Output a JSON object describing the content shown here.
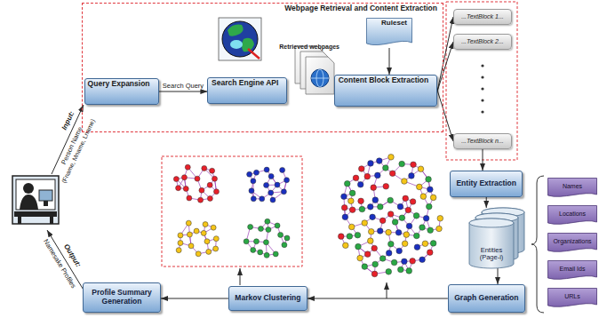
{
  "diagram": {
    "nodes": [
      {
        "text": [
          "Webpage Retrieval and Content Extraction"
        ]
      },
      {
        "text": [
          "Query Expansion"
        ],
        "in": 0
      },
      {
        "text": [
          "Search Engine API"
        ],
        "in": 0
      },
      {
        "text": [
          "Retrieved webpages"
        ],
        "in": 0
      },
      {
        "text": [
          "Ruleset"
        ],
        "in": 0
      },
      {
        "text": [
          "Content Block Extraction"
        ],
        "in": 0
      },
      {
        "text": [
          "...TextBlock 1..."
        ]
      },
      {
        "text": [
          "...TextBlock 2..."
        ]
      },
      {
        "text": [
          "...TextBlock n..."
        ]
      },
      {
        "text": [
          "Entity Extraction"
        ]
      },
      {
        "text": [
          "Entities (Page-i)"
        ]
      },
      {
        "text": [
          "Names"
        ]
      },
      {
        "text": [
          "Locations"
        ]
      },
      {
        "text": [
          "Organizations"
        ]
      },
      {
        "text": [
          "Email Ids"
        ]
      },
      {
        "text": [
          "URLs"
        ]
      },
      {
        "text": [
          "Graph Generation"
        ]
      },
      {
        "text": [
          "Markov Clustering"
        ]
      },
      {
        "text": [
          "Profile Summary Generation"
        ]
      }
    ],
    "edges": [
      {
        "from": 1,
        "to": 2,
        "label": "Search Query",
        "arrow": "to"
      },
      {
        "from": 3,
        "to": 5,
        "arrow": "to"
      },
      {
        "from": 4,
        "to": 5,
        "arrow": "to"
      },
      {
        "from": 5,
        "to": 6,
        "arrow": "to"
      },
      {
        "from": 5,
        "to": 7,
        "arrow": "to"
      },
      {
        "from": 5,
        "to": 8,
        "arrow": "to"
      },
      {
        "from": 8,
        "to": 9,
        "arrow": "to"
      },
      {
        "from": 9,
        "to": 10,
        "arrow": "to"
      },
      {
        "from": 10,
        "to": 16,
        "arrow": "to"
      },
      {
        "from": 16,
        "to": 17,
        "arrow": "to"
      },
      {
        "from": 17,
        "to": 18,
        "arrow": "to"
      }
    ],
    "labels": [
      "Input:",
      "Person Name",
      "(Fname, Mname, Lname)",
      "Output:",
      "Namesake Profiles"
    ]
  }
}
